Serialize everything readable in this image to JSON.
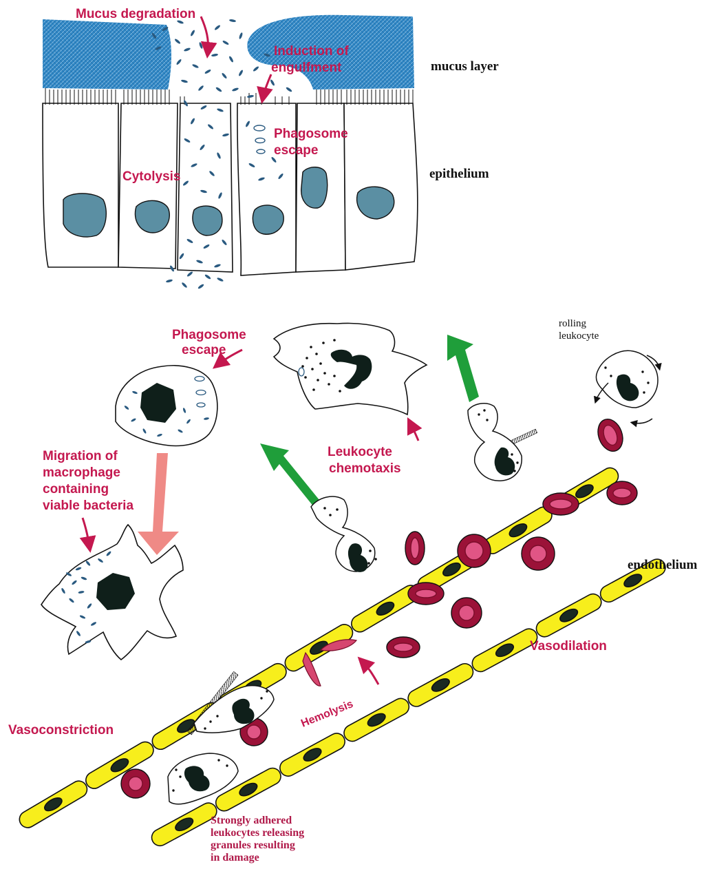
{
  "colors": {
    "mucus": "#2f86c4",
    "nucleus": "#5b8fa3",
    "bacteria": "#2a5a80",
    "label_red": "#c4184f",
    "endothelium": "#f7ee1c",
    "rbc": "#9b1238",
    "green_arrow": "#1f9e3a",
    "pink_arrow": "#ef8a86"
  },
  "labels": {
    "mucus_degradation": "Mucus degradation",
    "induction_1": "Induction of",
    "induction_2": "engulfment",
    "phagosome_top_1": "Phagosome",
    "phagosome_top_2": "escape",
    "cytolysis": "Cytolysis",
    "mucus_layer": "mucus layer",
    "epithelium": "epithelium",
    "phagosome_mid_1": "Phagosome",
    "phagosome_mid_2": "escape",
    "rolling_1": "rolling",
    "rolling_2": "leukocyte",
    "migration_1": "Migration of",
    "migration_2": "macrophage",
    "migration_3": "containing",
    "migration_4": "viable bacteria",
    "chemotaxis_1": "Leukocyte",
    "chemotaxis_2": "chemotaxis",
    "endothelium": "endothelium",
    "vasodilation": "Vasodilation",
    "hemolysis": "Hemolysis",
    "vasoconstriction": "Vasoconstriction",
    "adhered_1": "Strongly adhered",
    "adhered_2": "leukocytes releasing",
    "adhered_3": "granules resulting",
    "adhered_4": "in damage"
  }
}
